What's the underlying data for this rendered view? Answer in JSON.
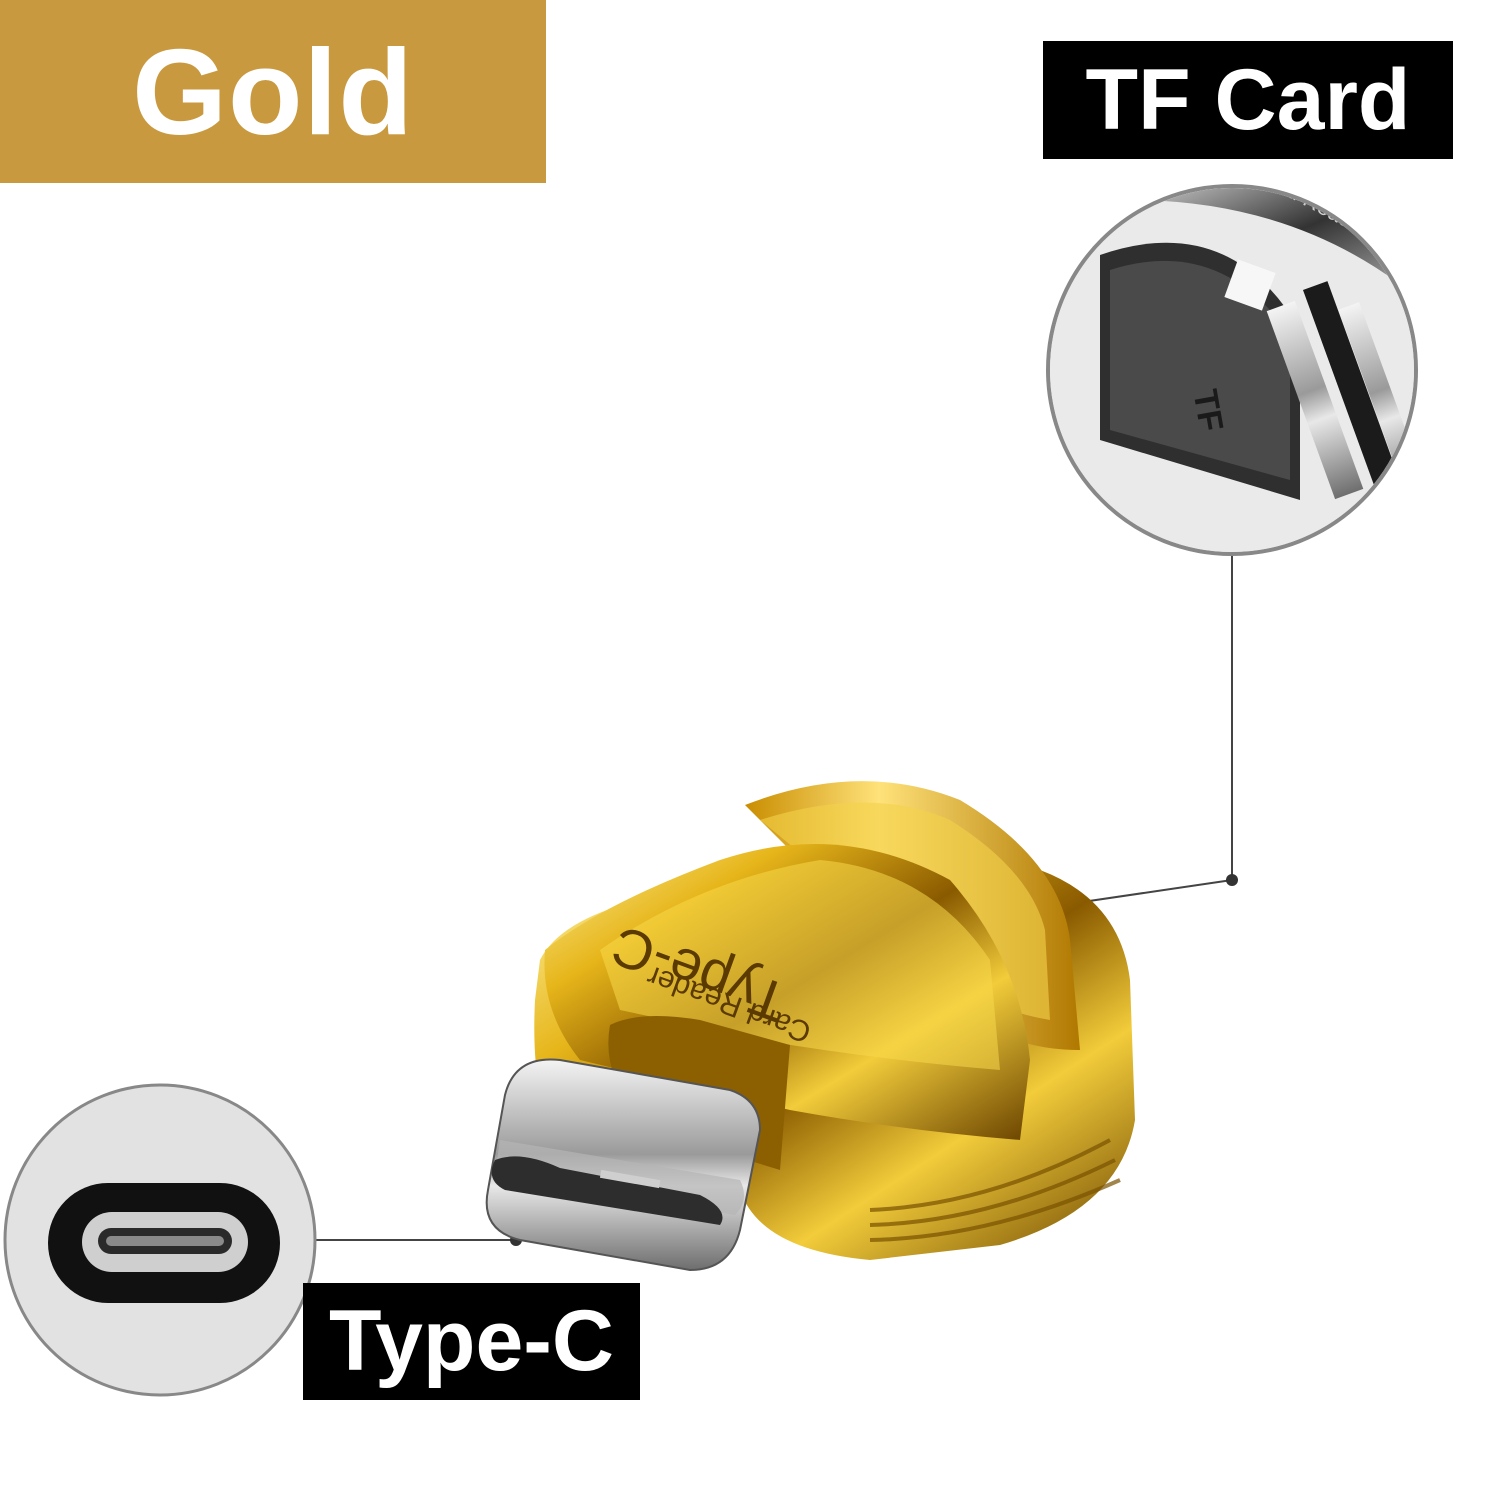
{
  "banner": {
    "label": "Gold"
  },
  "callouts": {
    "tf_card": "TF Card",
    "type_c": "Type-C"
  },
  "product": {
    "engraving_main": "Type-C",
    "engraving_sub": "Card Reader",
    "slot_mark": "TF"
  },
  "colors": {
    "banner": "#c9993f",
    "gold_body": "#d4a20a",
    "label_bg": "#000000",
    "label_text": "#ffffff"
  }
}
